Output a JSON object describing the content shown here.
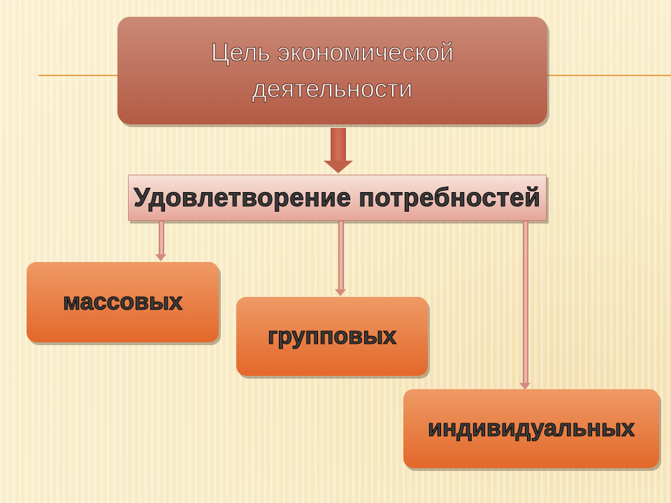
{
  "diagram": {
    "root": "Цель экономической деятельности",
    "root_lines": [
      "Цель экономической",
      "деятельности"
    ],
    "middle": "Удовлетворение потребностей",
    "leaves": [
      "массовых",
      "групповых",
      "индивидуальных"
    ]
  },
  "colors": {
    "root": "#b45a44",
    "middle": "#e5a699",
    "leaf": "#e3682a",
    "background": "#f8ecc6"
  }
}
